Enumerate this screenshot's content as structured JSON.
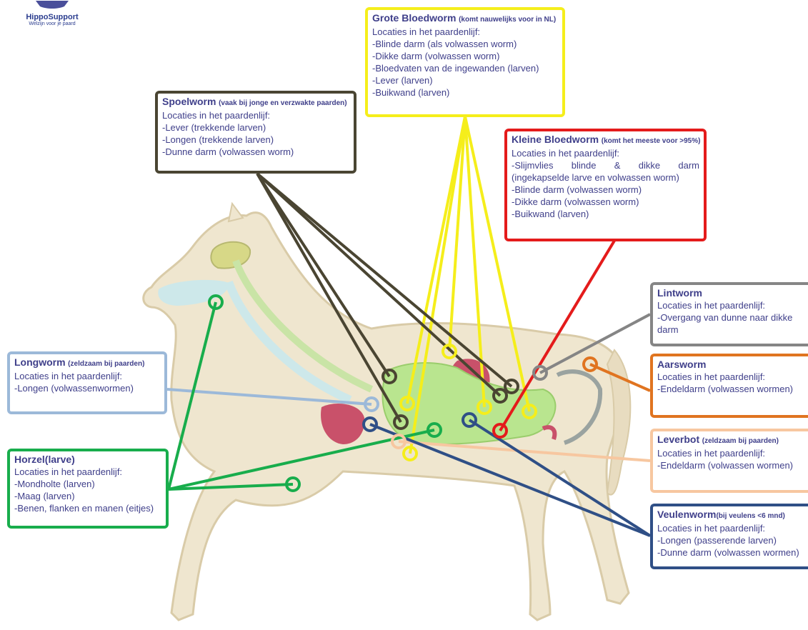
{
  "logo": {
    "brand": "HippoSupport",
    "tagline": "Welzijn voor je paard"
  },
  "colors": {
    "yellow": "#f5ee1b",
    "red": "#e41b1b",
    "olive": "#4a4532",
    "gray": "#858585",
    "orange": "#e07420",
    "peach": "#f7c7a0",
    "navy": "#2f4f86",
    "lightblue": "#9cb9d9",
    "green": "#18ad4c"
  },
  "boxes": {
    "grote_bloedworm": {
      "title": "Grote Bloedworm",
      "note": "(komt nauwelijks voor in NL)",
      "heading": "Locaties in het paardenlijf:",
      "lines": [
        "-Blinde darm (als volwassen worm)",
        "-Dikke darm (volwassen worm)",
        "-Bloedvaten van de ingewanden (larven)",
        "-Lever (larven)",
        "-Buikwand (larven)"
      ]
    },
    "spoelworm": {
      "title": "Spoelworm",
      "note": "(vaak bij jonge en verzwakte paarden)",
      "heading": "Locaties in het paardenlijf:",
      "lines": [
        "-Lever (trekkende larven)",
        "-Longen  (trekkende larven)",
        "-Dunne darm (volwassen worm)"
      ]
    },
    "kleine_bloedworm": {
      "title": "Kleine Bloedworm",
      "note": "(komt het meeste voor >95%)",
      "heading": "Locaties in het paardenlijf:",
      "lines": [
        "-Slijmvlies   blinde   &   dikke   darm",
        "(ingekapselde larve en volwassen worm)",
        "-Blinde darm  (volwassen worm)",
        "-Dikke darm (volwassen worm)",
        "-Buikwand (larven)"
      ]
    },
    "lintworm": {
      "title": "Lintworm",
      "heading": "Locaties in het paardenlijf:",
      "lines": [
        "-Overgang van dunne naar dikke",
        "darm"
      ]
    },
    "aarsworm": {
      "title": "Aarsworm",
      "heading": "Locaties in het paardenlijf:",
      "lines": [
        "-Endeldarm (volwassen wormen)"
      ]
    },
    "leverbot": {
      "title": "Leverbot",
      "note": "(zeldzaam bij paarden)",
      "heading": "Locaties in het paardenlijf:",
      "lines": [
        "-Endeldarm (volwassen wormen)"
      ]
    },
    "veulenworm": {
      "title": "Veulenworm",
      "note": "(bij veulens <6 mnd)",
      "heading": "Locaties in het paardenlijf:",
      "lines": [
        "-Longen (passerende larven)",
        "-Dunne darm (volwassen wormen)"
      ]
    },
    "longworm": {
      "title": "Longworm",
      "note": "(zeldzaam bij paarden)",
      "heading": "Locaties in het paardenlijf:",
      "lines": [
        "-Longen (volwassenwormen)"
      ]
    },
    "horzel": {
      "title": "Horzel(larve)",
      "heading": "Locaties in het paardenlijf:",
      "lines": [
        "-Mondholte (larven)",
        "-Maag (larven)",
        "-Benen, flanken en manen (eitjes)"
      ]
    }
  }
}
